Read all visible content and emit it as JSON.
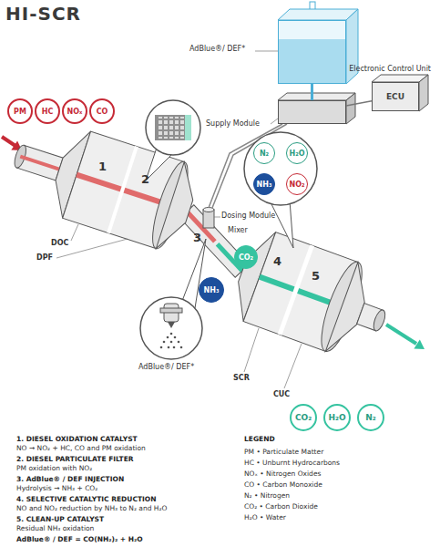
{
  "diagram": {
    "title": "HI-SCR",
    "nodes": [
      {
        "text": [
          "PM"
        ]
      },
      {
        "text": [
          "HC"
        ]
      },
      {
        "text": [
          "NOₓ"
        ]
      },
      {
        "text": [
          "CO"
        ]
      },
      {
        "text": [
          "AdBlue®/ DEF*"
        ]
      },
      {
        "text": [
          "Supply Module"
        ]
      },
      {
        "text": [
          "Electronic Control Unit",
          "ECU"
        ]
      },
      {
        "text": [
          "N₂"
        ]
      },
      {
        "text": [
          "H₂O"
        ]
      },
      {
        "text": [
          "NH₃"
        ]
      },
      {
        "text": [
          "NO₂"
        ]
      },
      {
        "text": [
          "CO₂"
        ]
      },
      {
        "text": [
          "NH₃"
        ]
      },
      {
        "text": [
          "CO₂"
        ]
      },
      {
        "text": [
          "H₂O"
        ]
      },
      {
        "text": [
          "N₂"
        ]
      }
    ],
    "edges": [
      {
        "from": 4,
        "to": 5,
        "arrow": "none"
      },
      {
        "from": 6,
        "to": 5,
        "arrow": "none"
      }
    ],
    "labels": [
      "1",
      "2",
      "DOC",
      "DPF",
      "3",
      "Dosing Module",
      "Mixer",
      "AdBlue®/ DEF*",
      "4",
      "5",
      "SCR",
      "CUC",
      "1. DIESEL OXIDATION CATALYST",
      "NO → NO₂ + HC, CO and PM oxidation",
      "2. DIESEL PARTICULATE FILTER",
      "PM oxidation with NO₂",
      "3. AdBlue® / DEF INJECTION",
      "Hydrolysis → NH₃ + CO₂",
      "4. SELECTIVE CATALYTIC REDUCTION",
      "NO and NO₂ reduction by NH₃ to N₂ and H₂O",
      "5. CLEAN-UP CATALYST",
      "Residual NH₃ oxidation",
      "AdBlue® / DEF = CO(NH₂)₂ + H₂O",
      "LEGEND"
    ],
    "legend": [
      {
        "text": "PM • Particulate Matter"
      },
      {
        "text": "HC • Unburnt Hydrocarbons"
      },
      {
        "text": "NOₓ • Nitrogen Oxides"
      },
      {
        "text": "CO • Carbon Monoxide"
      },
      {
        "text": "N₂ • Nitrogen"
      },
      {
        "text": "CO₂ • Carbon Dioxide"
      },
      {
        "text": "H₂O • Water"
      }
    ]
  }
}
